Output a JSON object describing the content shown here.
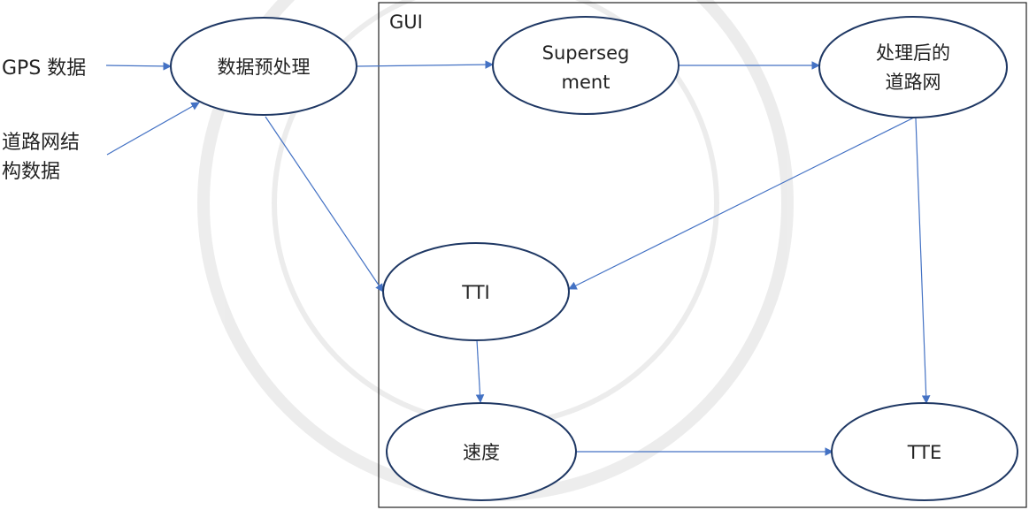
{
  "container": {
    "label": "GUI"
  },
  "inputs": {
    "gps": "GPS 数据",
    "road_line1": "道路网结",
    "road_line2": "构数据"
  },
  "nodes": {
    "preprocess": "数据预处理",
    "superseg_line1": "Superseg",
    "superseg_line2": "ment",
    "processed_line1": "处理后的",
    "processed_line2": "道路网",
    "tti": "TTI",
    "speed": "速度",
    "tte": "TTE"
  },
  "colors": {
    "edge": "#4472c4",
    "ellipse_stroke": "#1f3864",
    "box_stroke": "#222222"
  }
}
